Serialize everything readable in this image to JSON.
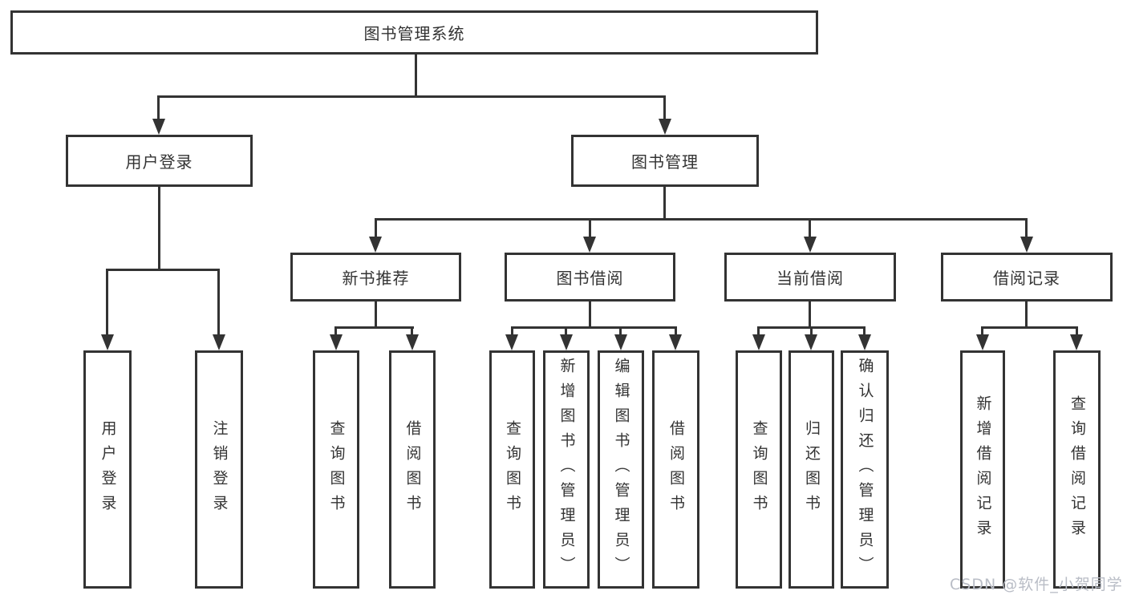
{
  "diagram": {
    "root": {
      "label": "图书管理系统"
    },
    "nodes": {
      "user_login": {
        "label": "用户登录",
        "children": [
          "用户登录",
          "注销登录"
        ]
      },
      "book_management": {
        "label": "图书管理",
        "sections": {
          "new_book_recommendation": {
            "label": "新书推荐",
            "children": [
              "查询图书",
              "借阅图书"
            ]
          },
          "book_borrowing": {
            "label": "图书借阅",
            "children": [
              "查询图书",
              "新增图书（管理员）",
              "编辑图书（管理员）",
              "借阅图书"
            ]
          },
          "current_borrowing": {
            "label": "当前借阅",
            "children": [
              "查询图书",
              "归还图书",
              "确认归还（管理员）"
            ]
          },
          "borrowing_records": {
            "label": "借阅记录",
            "children": [
              "新增借阅记录",
              "查询借阅记录"
            ]
          }
        }
      }
    }
  },
  "watermark": {
    "text": "CSDN @软件_小贺同学"
  },
  "colors": {
    "line": "#333333",
    "text": "#333333",
    "background": "#ffffff",
    "watermark": "#b9bdc6"
  }
}
